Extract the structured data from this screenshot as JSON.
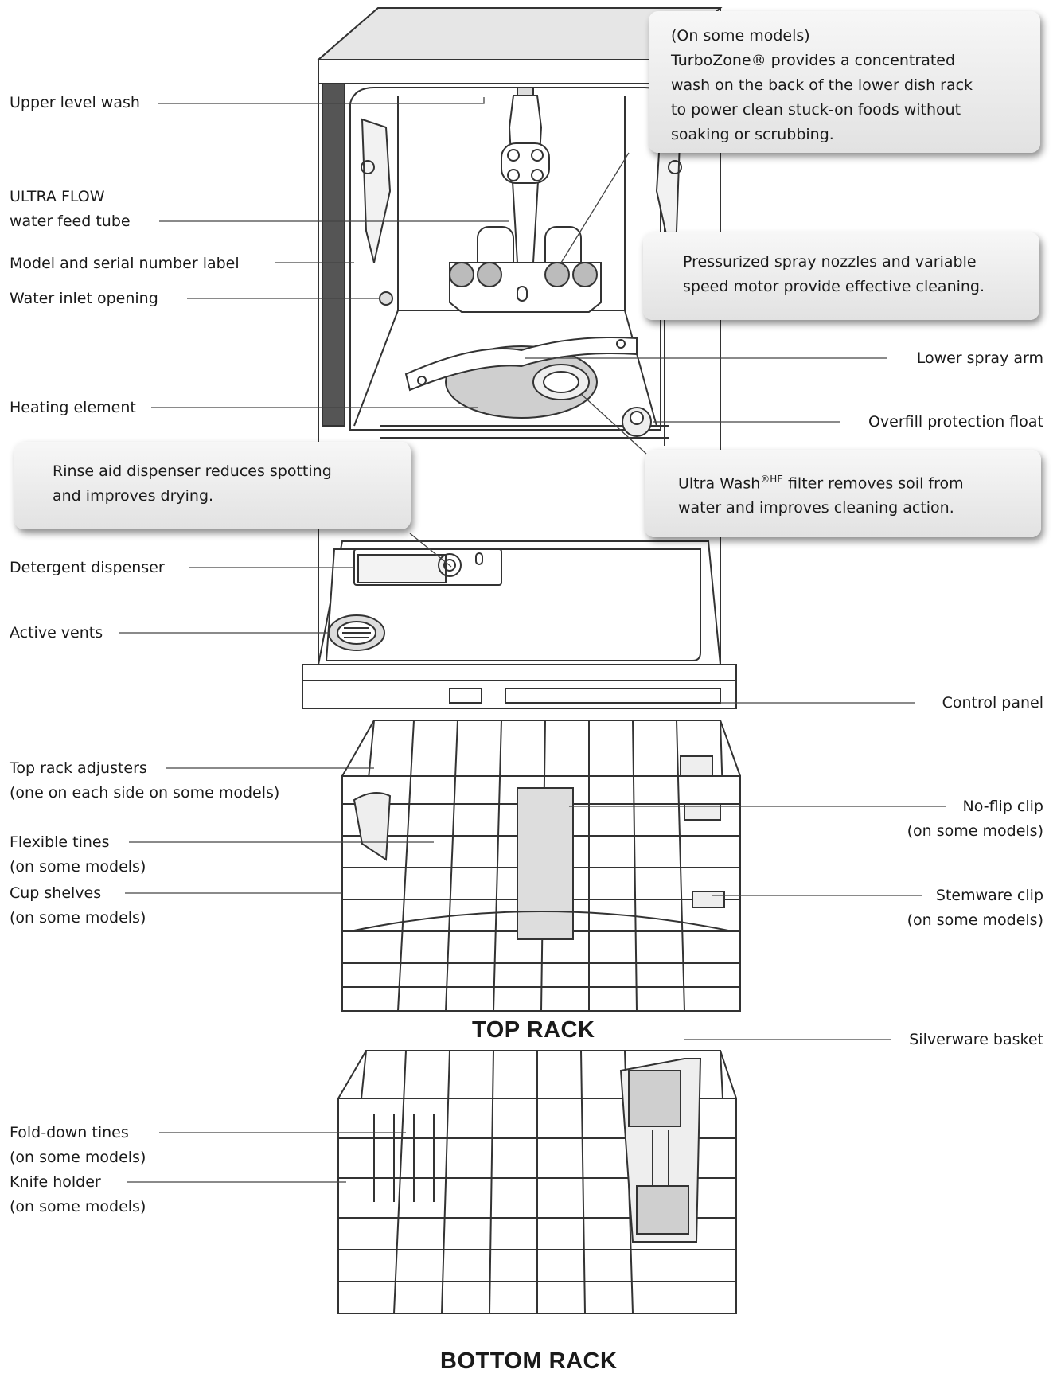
{
  "labels": {
    "upper_level_wash": "Upper level wash",
    "water_feed_tube": "ULTRA FLOW\nwater feed tube",
    "model_serial_label": "Model and serial number label",
    "water_inlet": "Water inlet opening",
    "heating_element": "Heating element",
    "detergent_dispenser": "Detergent dispenser",
    "active_vents": "Active vents",
    "lower_spray_arm": "Lower spray arm",
    "overfill_float": "Overfill protection float",
    "control_panel": "Control panel",
    "top_rack_adjusters": "Top rack adjusters\n(one on each side on some models)",
    "flexible_tines": "Flexible tines\n(on some models)",
    "cup_shelves": "Cup shelves\n(on some models)",
    "no_flip_clip": "No-flip clip\n(on some models)",
    "stemware_clip": "Stemware clip\n(on some models)",
    "silverware_basket": "Silverware basket",
    "fold_down_tines": "Fold-down tines\n(on some models)",
    "knife_holder": "Knife holder\n(on some models)"
  },
  "callouts": {
    "turbozone": "(On some models)\nTurboZone® provides a concentrated\nwash on the back of the lower dish rack\nto power clean stuck-on foods without\nsoaking or scrubbing.",
    "spray_nozzles": "Pressurized spray nozzles and variable\nspeed motor provide effective cleaning.",
    "rinse_aid": "Rinse aid dispenser reduces spotting\nand improves drying.",
    "ultra_wash_prefix": "Ultra Wash",
    "ultra_wash_sup": "®HE",
    "ultra_wash_rest": " filter removes soil from\nwater and improves cleaning action."
  },
  "titles": {
    "top_rack": "TOP RACK",
    "bottom_rack": "BOTTOM RACK"
  },
  "colors": {
    "line": "#333333",
    "callout_fill": "#ececec",
    "shade": "#bdbdbd"
  }
}
